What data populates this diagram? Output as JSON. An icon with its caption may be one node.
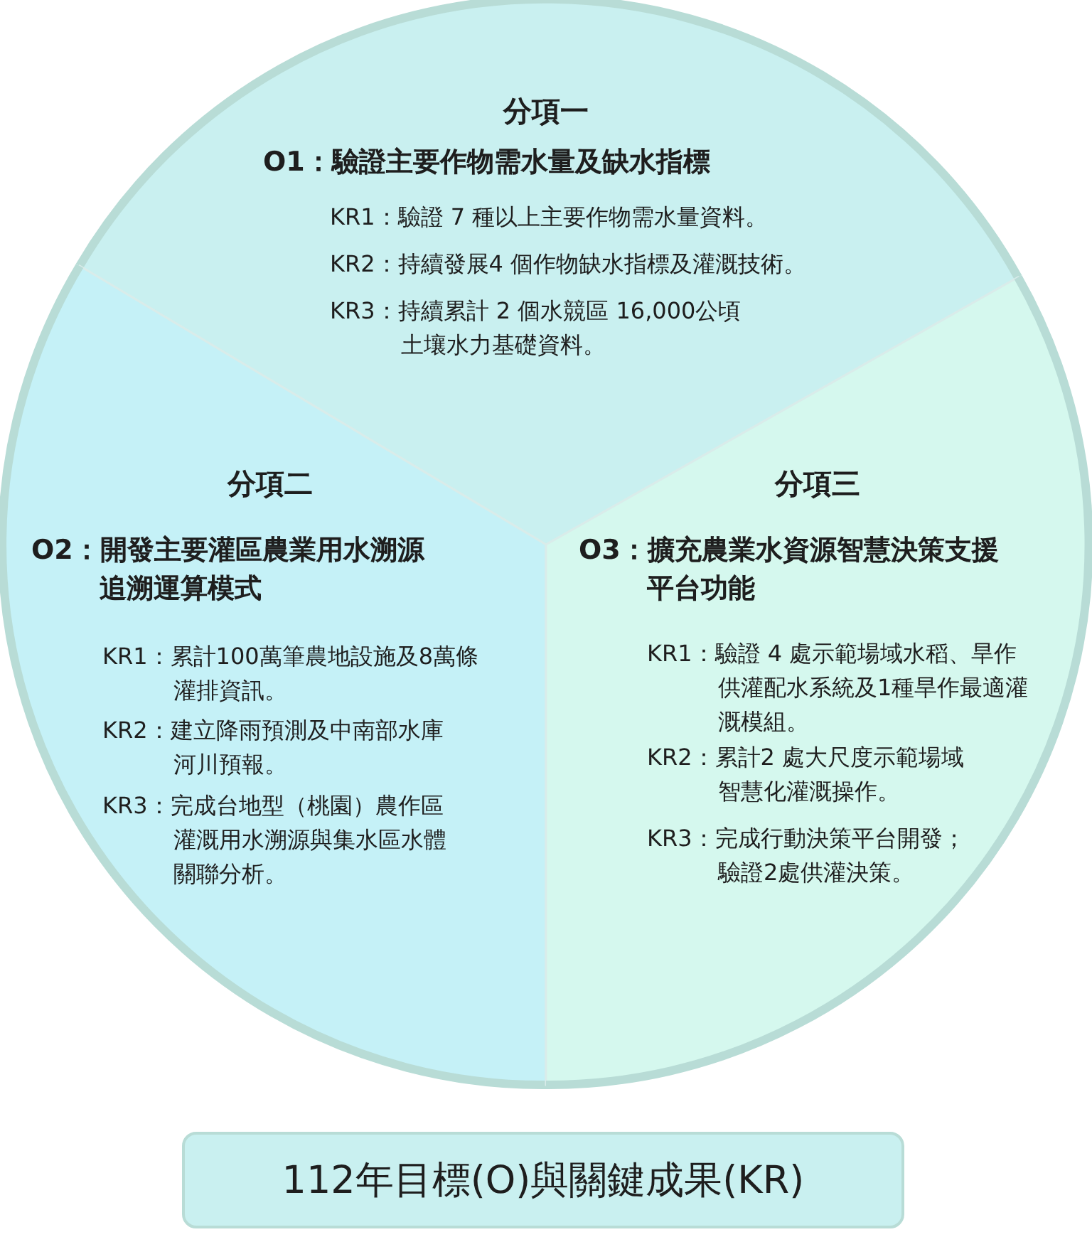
{
  "diagram": {
    "nodes": [
      {
        "text": [
          "分項一",
          "O1：驗證主要作物需水量及缺水指標",
          "KR1：驗證 7 種以上主要作物需水量資料。",
          "KR2：持續發展4 個作物缺水指標及灌溉技術。",
          "KR3：持續累計 2 個水競區 16,000公頃土壤水力基礎資料。"
        ]
      },
      {
        "text": [
          "分項二",
          "O2：開發主要灌區農業用水溯源追溯運算模式",
          "KR1：累計100萬筆農地設施及8萬條灌排資訊。",
          "KR2：建立降雨預測及中南部水庫河川預報。",
          "KR3：完成台地型（桃園）農作區灌溉用水溯源與集水區水體關聯分析。"
        ]
      },
      {
        "text": [
          "分項三",
          "O3：擴充農業水資源智慧決策支援平台功能",
          "KR1：驗證 4 處示範場域水稻、旱作供灌配水系統及1種旱作最適灌溉模組。",
          "KR2：累計2 處大尺度示範場域智慧化灌溉操作。",
          "KR3：完成行動決策平台開發；驗證2處供灌決策。"
        ]
      },
      {
        "text": [
          "112年目標(O)與關鍵成果(KR)"
        ]
      }
    ]
  }
}
